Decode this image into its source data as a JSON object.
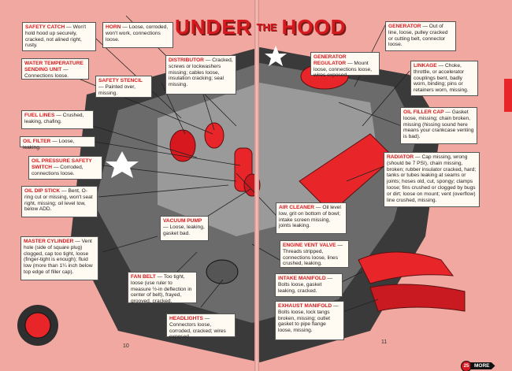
{
  "title": {
    "word1": "UNDER",
    "word2": "THE",
    "word3": "HOOD"
  },
  "pages": {
    "left": "10",
    "right": "11"
  },
  "more": {
    "badge": "25",
    "label": "MORE"
  },
  "callouts": {
    "safety_catch": {
      "label": "SAFETY CATCH",
      "text": "Won't hold hood up securely, cracked, not alined right, rusty."
    },
    "horn": {
      "label": "HORN",
      "text": "Loose, corroded, won't work, connections loose."
    },
    "water_temp": {
      "label": "WATER TEMPERATURE SENDING UNIT",
      "text": "Connections loose."
    },
    "distributor": {
      "label": "DISTRIBUTOR",
      "text": "Cracked, screws or lockwashers missing; cables loose, insulation cracking; seal missing."
    },
    "safety_stencil": {
      "label": "SAFETY STENCIL",
      "text": "Painted over, missing."
    },
    "fuel_lines": {
      "label": "FUEL LINES",
      "text": "Crushed, leaking, chafing."
    },
    "oil_filter": {
      "label": "OIL FILTER",
      "text": "Loose, leaking."
    },
    "oil_pressure": {
      "label": "OIL PRESSURE SAFETY SWITCH",
      "text": "Corroded, connections loose."
    },
    "oil_dip_stick": {
      "label": "OIL DIP STICK",
      "text": "Bent, O-ring cut or missing, won't seat right, missing; oil level low, below ADD."
    },
    "vacuum_pump": {
      "label": "VACUUM PUMP",
      "text": "Loose, leaking, gasket bad."
    },
    "master_cylinder": {
      "label": "MASTER CYLINDER",
      "text": "Vent hole (side of square plug) clogged, cap too tight, loose (finger-tight is enough); fluid low (more than 1¼ inch below top edge of filler cap)."
    },
    "fan_belt": {
      "label": "FAN BELT",
      "text": "Too tight, loose (use ruler to measure ½-in deflection in center of belt), frayed, grooved, cracked."
    },
    "headlights": {
      "label": "HEADLIGHTS",
      "text": "Connectors loose, corroded, cracked; wires exposed."
    },
    "generator": {
      "label": "GENERATOR",
      "text": "Out of line, loose, pulley cracked or cutting belt, connector loose."
    },
    "gen_regulator": {
      "label": "GENERATOR REGULATOR",
      "text": "Mount loose, connections loose, wires exposed."
    },
    "linkage": {
      "label": "LINKAGE",
      "text": "Choke, throttle, or accelerator couplings bent, badly worn, binding; pins or retainers worn, missing."
    },
    "oil_filler_cap": {
      "label": "OIL FILLER CAP",
      "text": "Gasket loose, missing; chain broken, missing (hissing sound here means your crankcase venting is bad)."
    },
    "radiator": {
      "label": "RADIATOR",
      "text": "Cap missing, wrong (should be 7 PSI), chain missing, broken; rubber insulator cracked, hard; tanks or tubes leaking at seams or joints; hoses old, cut, spongy; clamps loose; fins crushed or clogged by bugs or dirt; loose on mount; vent (overflow) line crushed, missing."
    },
    "air_cleaner": {
      "label": "AIR CLEANER",
      "text": "Oil level low, grit on bottom of bowl; intake screen missing, joints leaking."
    },
    "engine_vent": {
      "label": "ENGINE VENT VALVE",
      "text": "Threads stripped, connections loose, lines crushed, leaking."
    },
    "intake_manifold": {
      "label": "INTAKE MANIFOLD",
      "text": "Bolts loose, gasket leaking, cracked."
    },
    "exhaust_manifold": {
      "label": "EXHAUST MANIFOLD",
      "text": "Bolts loose, lock tangs broken, missing; outlet gasket to pipe flange loose, missing."
    }
  },
  "colors": {
    "accent": "#d7191f",
    "page": "#f0a8a0",
    "callout_bg": "#fffaf2"
  }
}
